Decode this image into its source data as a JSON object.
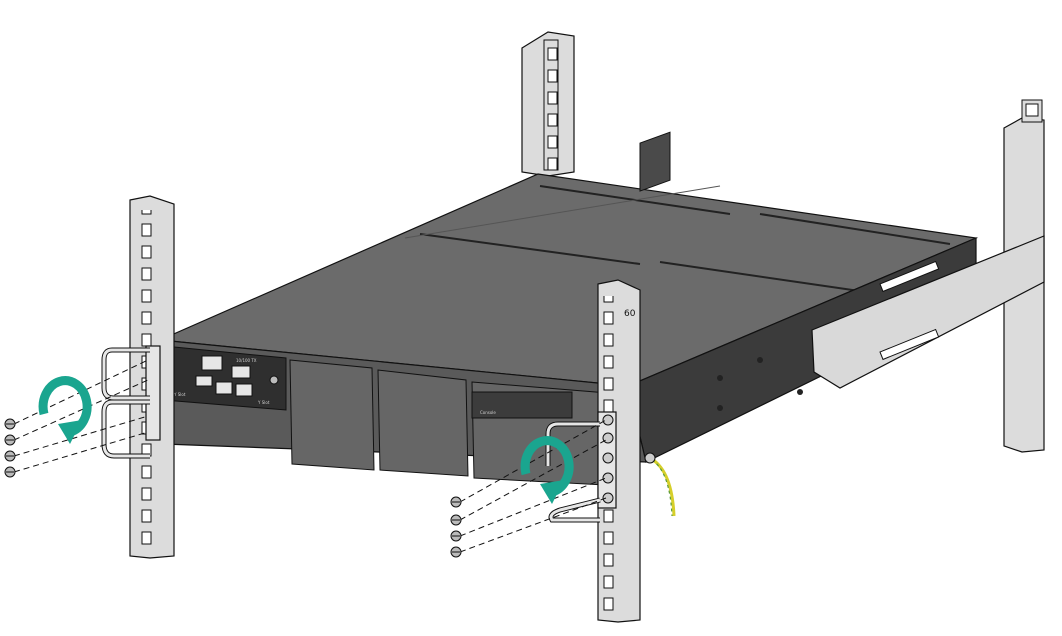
{
  "diagram": {
    "labels": {
      "rack_post_number": "60",
      "panel_port_group": "10/100 TX",
      "slot_left": "Y Slot",
      "slot_right": "Y Slot",
      "module_label": "Console"
    },
    "colors": {
      "chassis_top": "#6b6b6b",
      "chassis_front": "#5a5a5a",
      "chassis_side": "#3b3b3b",
      "panel_dark": "#2f2f2f",
      "rail": "#d9d9d9",
      "outline": "#111111",
      "arrow": "#1aa58f",
      "ground_wire_yellow": "#d6cf2a",
      "ground_wire_green": "#5a9a3a"
    },
    "icons": {
      "rotate": "clockwise-rotation-arrow-icon",
      "screw": "screw-icon"
    }
  }
}
